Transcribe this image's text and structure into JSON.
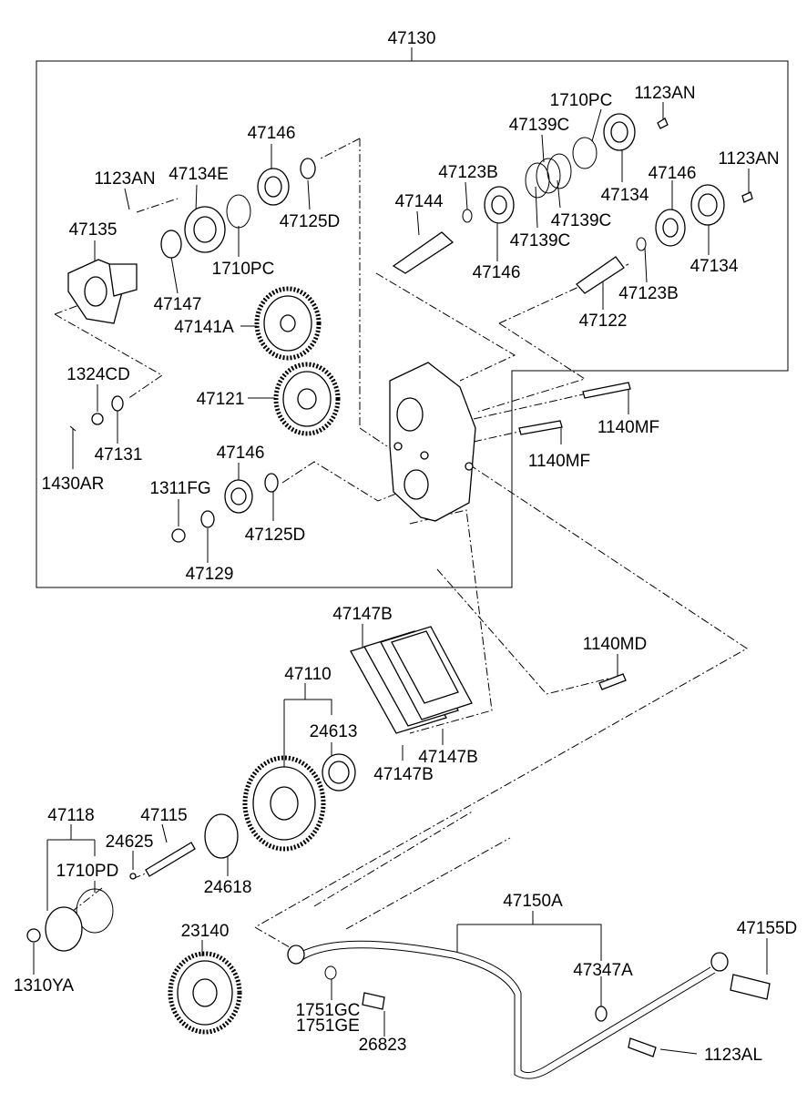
{
  "diagram": {
    "labels": {
      "l47130": "47130",
      "l1123AN_a": "1123AN",
      "l47134E": "47134E",
      "l47146_a": "47146",
      "l47135": "47135",
      "l47125D_a": "47125D",
      "l1710PC_a": "1710PC",
      "l47147": "47147",
      "l47141A": "47141A",
      "l1324CD": "1324CD",
      "l47121": "47121",
      "l47131": "47131",
      "l1430AR": "1430AR",
      "l1311FG": "1311FG",
      "l47146_b": "47146",
      "l47125D_b": "47125D",
      "l47129": "47129",
      "l1710PC_b": "1710PC",
      "l1123AN_b": "1123AN",
      "l47139C_a": "47139C",
      "l47123B_a": "47123B",
      "l47144": "47144",
      "l47146_c": "47146",
      "l47139C_b": "47139C",
      "l47139C_c": "47139C",
      "l47134_a": "47134",
      "l47146_d": "47146",
      "l1123AN_c": "1123AN",
      "l47134_b": "47134",
      "l47123B_b": "47123B",
      "l47122": "47122",
      "l1140MF_a": "1140MF",
      "l1140MF_b": "1140MF",
      "l47147B_a": "47147B",
      "l1140MD": "1140MD",
      "l47110": "47110",
      "l24613": "24613",
      "l47147B_b": "47147B",
      "l47147B_c": "47147B",
      "l47118": "47118",
      "l47115": "47115",
      "l24625": "24625",
      "l1710PD": "1710PD",
      "l24618": "24618",
      "l1310YA": "1310YA",
      "l23140": "23140",
      "l47150A": "47150A",
      "l47155D": "47155D",
      "l47347A": "47347A",
      "l1751GC": "1751GC",
      "l1751GE": "1751GE",
      "l26823": "26823",
      "l1123AL": "1123AL"
    }
  }
}
